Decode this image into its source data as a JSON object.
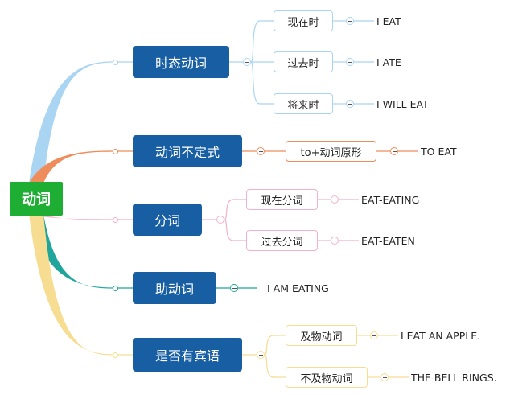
{
  "root": {
    "label": "动词"
  },
  "colors": {
    "root": "#1fae34",
    "main": "#175ea2",
    "branch_blue": "#a9d4f2",
    "branch_orange": "#ee8d5b",
    "branch_pink": "#f2b2c8",
    "branch_teal": "#1fa59c",
    "branch_yellow": "#f6dd92"
  },
  "branches": [
    {
      "label": "时态动词",
      "color_key": "branch_blue",
      "children": [
        {
          "label": "现在时",
          "leaf": "I EAT"
        },
        {
          "label": "过去时",
          "leaf": "I ATE"
        },
        {
          "label": "将来时",
          "leaf": "I WILL EAT"
        }
      ]
    },
    {
      "label": "动词不定式",
      "color_key": "branch_orange",
      "children": [
        {
          "label": "to+动词原形",
          "leaf": "TO EAT"
        }
      ]
    },
    {
      "label": "分词",
      "color_key": "branch_pink",
      "children": [
        {
          "label": "现在分词",
          "leaf": "EAT-EATING"
        },
        {
          "label": "过去分词",
          "leaf": "EAT-EATEN"
        }
      ]
    },
    {
      "label": "助动词",
      "color_key": "branch_teal",
      "leaf": "I AM EATING"
    },
    {
      "label": "是否有宾语",
      "color_key": "branch_yellow",
      "children": [
        {
          "label": "及物动词",
          "leaf": "I EAT AN APPLE."
        },
        {
          "label": "不及物动词",
          "leaf": "THE BELL RINGS."
        }
      ]
    }
  ]
}
